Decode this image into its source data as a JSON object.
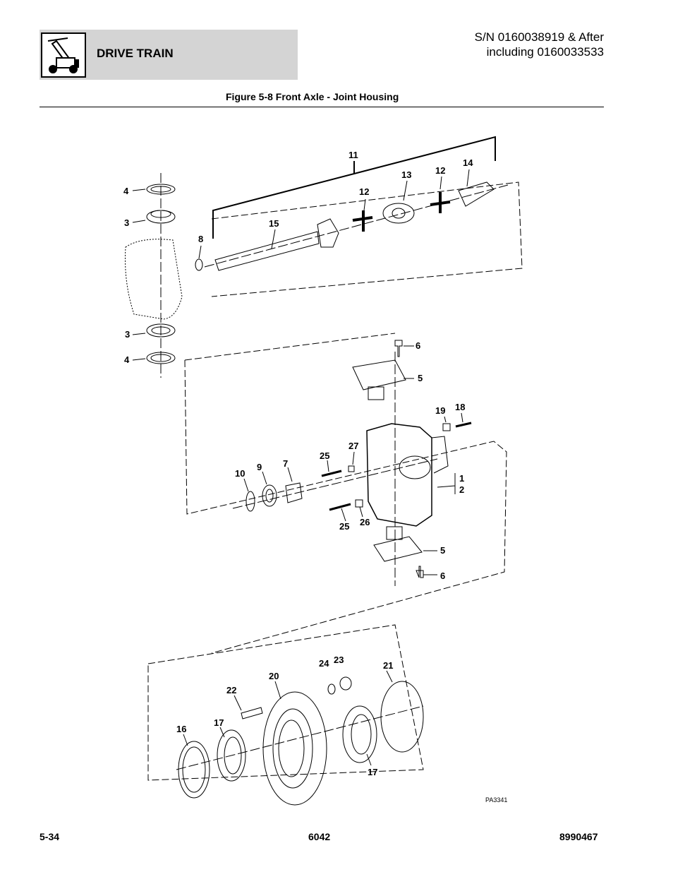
{
  "header": {
    "section_title": "DRIVE TRAIN",
    "serial_line1": "S/N 0160038919 & After",
    "serial_line2": "including 0160033533"
  },
  "figure": {
    "title": "Figure 5-8 Front Axle - Joint Housing",
    "image_id": "PA3341",
    "callouts": {
      "c11": "11",
      "c14": "14",
      "c12a": "12",
      "c13": "13",
      "c12b": "12",
      "c4a": "4",
      "c3a": "3",
      "c15": "15",
      "c8": "8",
      "c3b": "3",
      "c4b": "4",
      "c6a": "6",
      "c5a": "5",
      "c19": "19",
      "c18": "18",
      "c25a": "25",
      "c27": "27",
      "c10": "10",
      "c9": "9",
      "c7": "7",
      "c1": "1",
      "c2": "2",
      "c25b": "25",
      "c26": "26",
      "c5b": "5",
      "c6b": "6",
      "c24": "24",
      "c23": "23",
      "c21": "21",
      "c20": "20",
      "c22": "22",
      "c16": "16",
      "c17a": "17",
      "c17b": "17"
    }
  },
  "footer": {
    "page_number": "5-34",
    "model": "6042",
    "manual_number": "8990467"
  }
}
